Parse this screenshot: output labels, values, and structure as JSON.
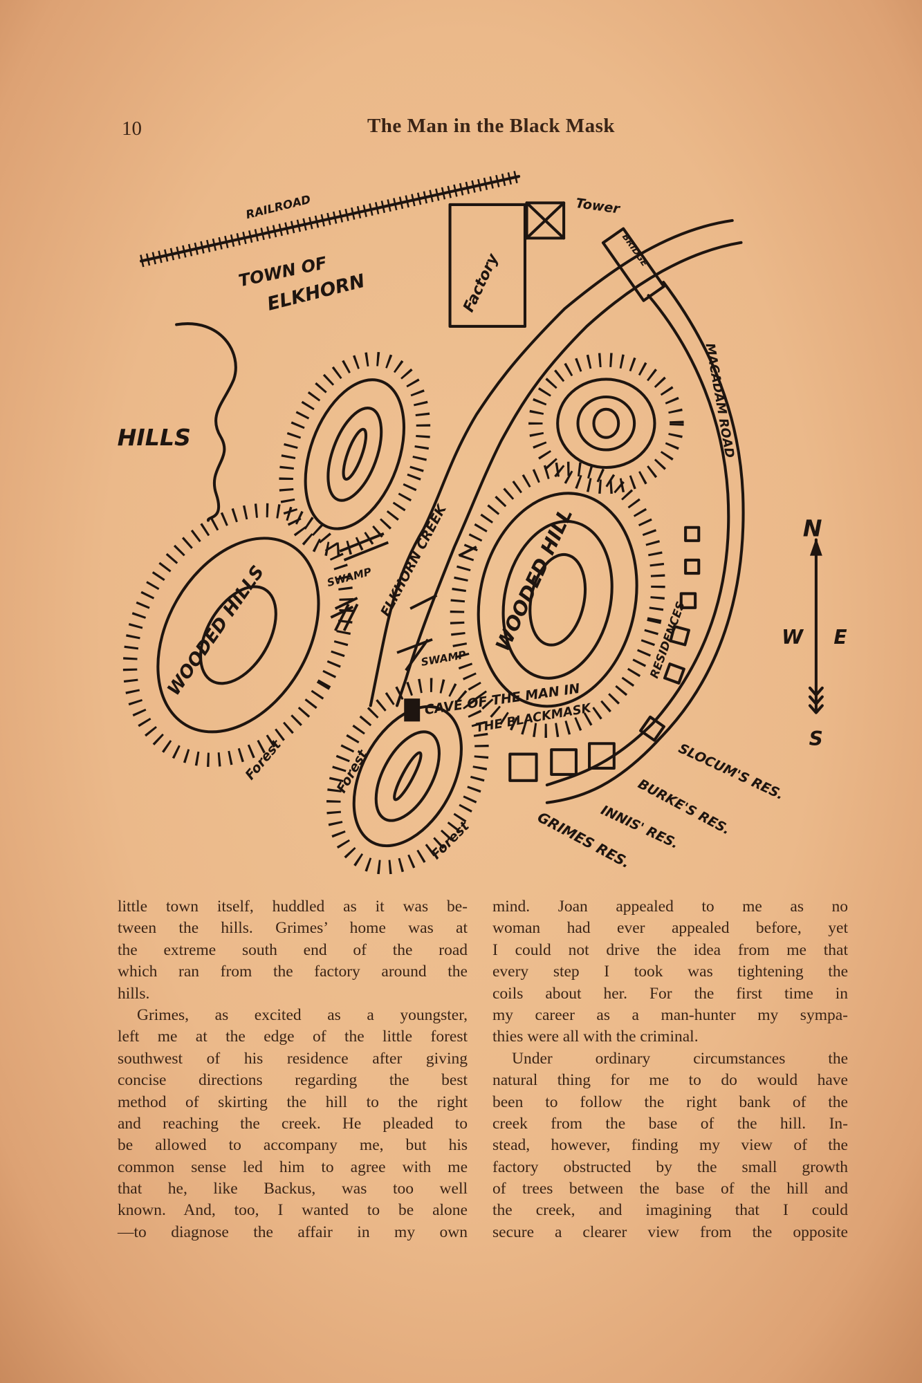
{
  "header": {
    "page_number": "10",
    "running_title": "The Man in the Black Mask"
  },
  "map": {
    "labels": {
      "railroad": "RAILROAD",
      "town_line1": "TOWN OF",
      "town_line2": "ELKHORN",
      "factory": "Factory",
      "tower": "Tower",
      "bridge": "BRIDGE",
      "macadam_road": "MACADAM ROAD",
      "hills": "HILLS",
      "wooded_hills": "WOODED HILLS",
      "wooded_hill": "WOODED HILL",
      "swamp_1": "SWAMP",
      "swamp_2": "SWAMP",
      "creek": "ELKHORN CREEK",
      "residences": "RESIDENCES",
      "cave_line1": "CAVE OF THE MAN IN",
      "cave_line2": "THE BLACKMASK",
      "slocum": "SLOCUM'S RES.",
      "burke": "BURKE'S RES.",
      "innis": "INNIS' RES.",
      "grimes": "GRIMES RES.",
      "forest_1": "Forest",
      "forest_2": "Forest",
      "forest_3": "Forest"
    },
    "compass": {
      "n": "N",
      "w": "W",
      "e": "E",
      "s": "S"
    }
  },
  "text": {
    "left_column": [
      {
        "t": "little town itself, huddled as it was be-"
      },
      {
        "t": "tween the hills.  Grimes’ home was at"
      },
      {
        "t": "the extreme south end of the road"
      },
      {
        "t": "which ran from the factory around the"
      },
      {
        "t": "hills.",
        "last": true
      },
      {
        "t": "Grimes, as excited as a youngster,",
        "indent": true
      },
      {
        "t": "left me at the edge of the little forest"
      },
      {
        "t": "southwest of his residence after giving"
      },
      {
        "t": "concise directions regarding the best"
      },
      {
        "t": "method of skirting the hill to the right"
      },
      {
        "t": "and reaching the creek.  He pleaded to"
      },
      {
        "t": "be allowed to accompany me, but his"
      },
      {
        "t": "common sense led him to agree with me"
      },
      {
        "t": "that he, like Backus, was too well"
      },
      {
        "t": "known.  And, too, I wanted to be alone"
      },
      {
        "t": "—to diagnose the affair in my own"
      }
    ],
    "right_column": [
      {
        "t": "mind.  Joan appealed to me as no"
      },
      {
        "t": "woman had ever appealed before, yet"
      },
      {
        "t": "I could not drive the idea from me that"
      },
      {
        "t": "every step I took was tightening the"
      },
      {
        "t": "coils about her.  For the first time in"
      },
      {
        "t": "my career as a man-hunter my sympa-"
      },
      {
        "t": "thies were all with the criminal.",
        "last": true
      },
      {
        "t": "Under ordinary circumstances the",
        "indent": true
      },
      {
        "t": "natural thing for me to do would have"
      },
      {
        "t": "been to follow the right bank of the"
      },
      {
        "t": "creek from the base of the hill.  In-"
      },
      {
        "t": "stead, however, finding my view of the"
      },
      {
        "t": "factory obstructed by the small growth"
      },
      {
        "t": "of trees between the base of the hill and"
      },
      {
        "t": "the creek, and imagining that I could"
      },
      {
        "t": "secure a clearer view from the opposite"
      }
    ]
  }
}
